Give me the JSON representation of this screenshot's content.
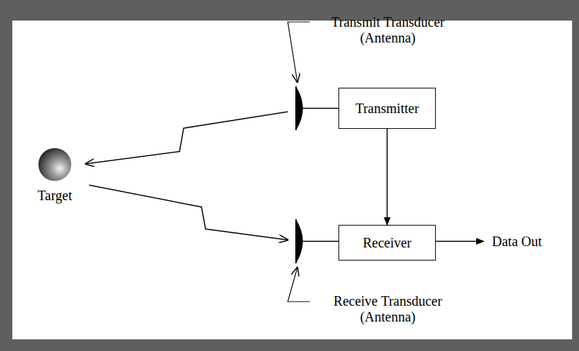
{
  "diagram": {
    "nodes": [
      {
        "text": [
          "Transmitter"
        ]
      },
      {
        "text": [
          "Receiver"
        ]
      }
    ],
    "edges": [
      {
        "from": 0,
        "to": 1,
        "arrow": "to"
      }
    ],
    "labels": [
      "Transmit Transducer (Antenna)",
      "Target",
      "Receive Transducer (Antenna)",
      "Data Out"
    ]
  }
}
